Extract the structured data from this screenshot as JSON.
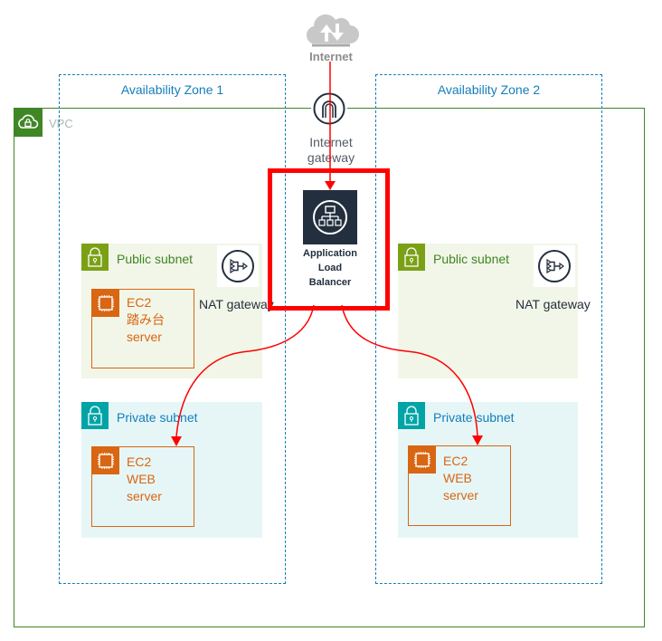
{
  "internet": {
    "label": "Internet",
    "icon": "cloud-updown-icon"
  },
  "vpc": {
    "label": "VPC",
    "icon": "cloud-lock-icon",
    "color": "#3f8624"
  },
  "internet_gateway": {
    "label_line1": "Internet",
    "label_line2": "gateway",
    "icon": "internet-gateway-icon"
  },
  "alb": {
    "label_line1": "Application",
    "label_line2": "Load",
    "label_line3": "Balancer",
    "icon": "load-balancer-icon",
    "highlight_color": "#ff0000"
  },
  "availability_zones": [
    {
      "label": "Availability Zone 1",
      "public_subnet": {
        "label": "Public subnet",
        "icon": "lock-icon"
      },
      "nat_gateway": {
        "label": "NAT gateway",
        "icon": "nat-gateway-icon"
      },
      "public_ec2": {
        "line1": "EC2",
        "line2": "踏み台",
        "line3": "server",
        "icon": "chip-icon"
      },
      "private_subnet": {
        "label": "Private subnet",
        "icon": "lock-icon"
      },
      "private_ec2": {
        "line1": "EC2",
        "line2": "WEB",
        "line3": "server",
        "icon": "chip-icon"
      }
    },
    {
      "label": "Availability Zone 2",
      "public_subnet": {
        "label": "Public subnet",
        "icon": "lock-icon"
      },
      "nat_gateway": {
        "label": "NAT gateway",
        "icon": "nat-gateway-icon"
      },
      "private_subnet": {
        "label": "Private subnet",
        "icon": "lock-icon"
      },
      "private_ec2": {
        "line1": "EC2",
        "line2": "WEB",
        "line3": "server",
        "icon": "chip-icon"
      }
    }
  ],
  "connections": [
    {
      "from": "Internet",
      "to": "Application Load Balancer",
      "color": "#ff0000"
    },
    {
      "from": "Application Load Balancer",
      "to": "EC2 WEB server (AZ1)",
      "color": "#ff0000"
    },
    {
      "from": "Application Load Balancer",
      "to": "EC2 WEB server (AZ2)",
      "color": "#ff0000"
    }
  ]
}
